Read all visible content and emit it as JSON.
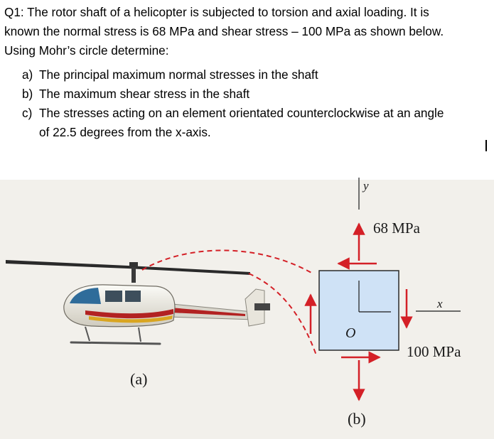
{
  "question": {
    "lines": [
      "Q1: The rotor shaft of a helicopter is subjected to torsion and axial loading. It is",
      "known the normal stress is 68 MPa and shear stress – 100 MPa as shown below.",
      "Using Mohr’s circle determine:"
    ],
    "parts": [
      {
        "letter": "a)",
        "lines": [
          "The principal maximum normal stresses in the shaft"
        ]
      },
      {
        "letter": "b)",
        "lines": [
          "The maximum shear stress in the shaft"
        ]
      },
      {
        "letter": "c)",
        "lines": [
          "The stresses acting on an element orientated counterclockwise at an angle",
          "of 22.5 degrees from the x-axis."
        ]
      }
    ]
  },
  "figure": {
    "normal_stress_label": "68 MPa",
    "shear_stress_label": "100 MPa",
    "axis_y": "y",
    "axis_x": "x",
    "origin": "O",
    "caption_a": "(a)",
    "caption_b": "(b)",
    "colors": {
      "arrow": "#d42027",
      "element_fill": "#cfe2f6",
      "panel_bg": "#f2f0eb"
    }
  }
}
